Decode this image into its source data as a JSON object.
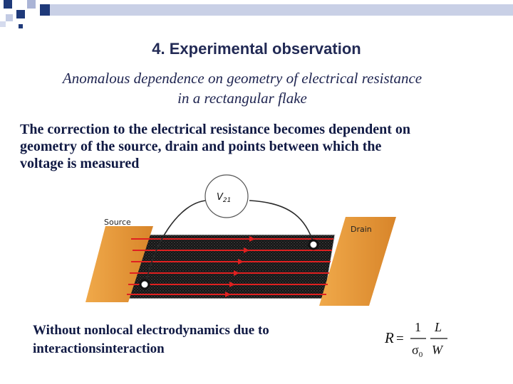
{
  "slide": {
    "title": "4. Experimental observation",
    "subtitle_line1": "Anomalous dependence on geometry of electrical resistance",
    "subtitle_line2": "in a rectangular flake",
    "body_line1": "The correction to the electrical resistance becomes dependent on",
    "body_line2": "geometry of the source, drain and points between which the",
    "body_line3": "voltage is measured",
    "caption_line1": "Without nonlocal electrodynamics due to",
    "caption_line2": "interactionsinteraction"
  },
  "diagram": {
    "voltmeter_label": "V",
    "voltmeter_subscript": "21",
    "source_label": "Source",
    "drain_label": "Drain"
  },
  "formula": {
    "lhs": "R",
    "equals": "=",
    "num1": "1",
    "den1": "σ",
    "den1_sub": "0",
    "num2": "L",
    "den2": "W"
  },
  "colors": {
    "decor_blue": "#1f3a7a",
    "electrode_orange": "#e89a3a",
    "current_red": "#e02020",
    "flake_dark": "#1a1a1a"
  }
}
